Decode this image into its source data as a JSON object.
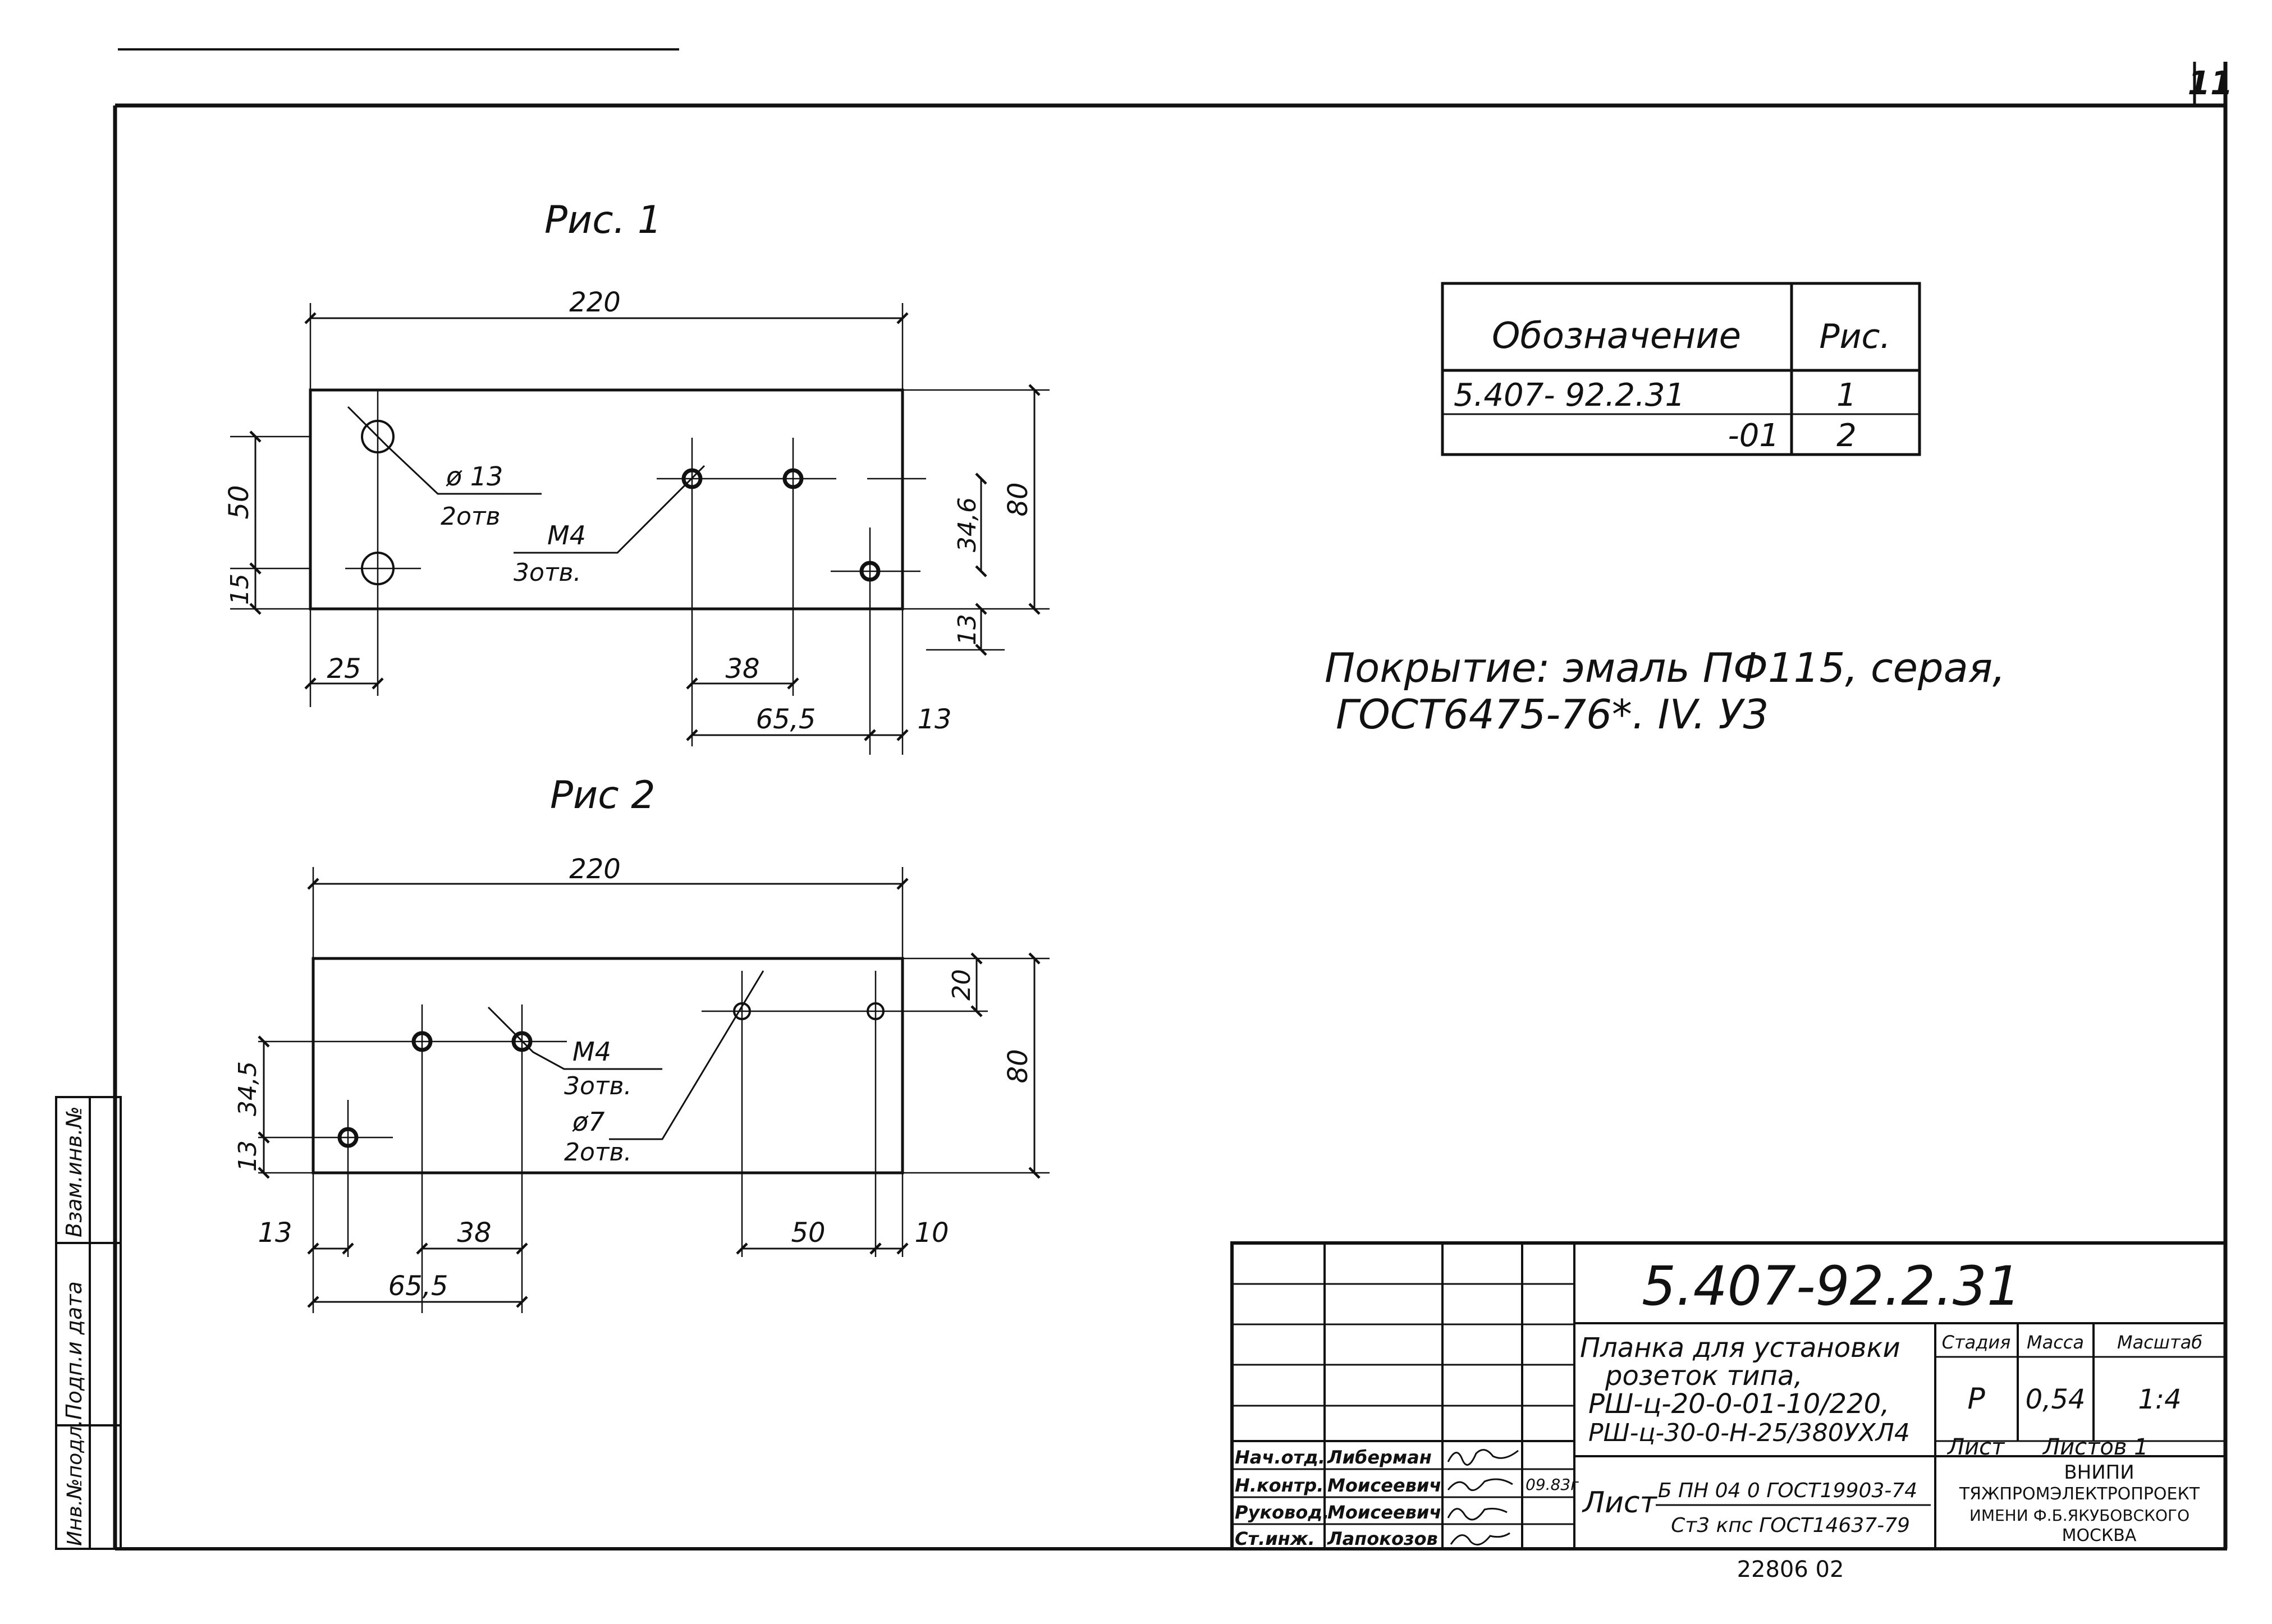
{
  "sheet_number": "11",
  "figure1": {
    "title": "Рис. 1",
    "dims": {
      "width": "220",
      "height": "80",
      "left_50": "50",
      "left_15": "15",
      "right_346": "34,6",
      "right_13": "13",
      "bottom_25": "25",
      "bottom_38": "38",
      "bottom_655": "65,5",
      "bottom_13": "13"
    },
    "callout_hole": {
      "line1": "ø 13",
      "line2": "2отв"
    },
    "callout_thread": {
      "line1": "М4",
      "line2": "3отв."
    }
  },
  "figure2": {
    "title": "Рис 2",
    "dims": {
      "width": "220",
      "height": "80",
      "right_20": "20",
      "left_345": "34,5",
      "left_13": "13",
      "bottom_13": "13",
      "bottom_38": "38",
      "bottom_655": "65,5",
      "bottom_50": "50",
      "bottom_10": "10"
    },
    "callout_thread": {
      "line1": "М4",
      "line2": "3отв."
    },
    "callout_hole": {
      "line1": "ø7",
      "line2": "2отв."
    }
  },
  "designation_table": {
    "headers": [
      "Обозначение",
      "Рис."
    ],
    "rows": [
      [
        "5.407- 92.2.31",
        "1"
      ],
      [
        "-01",
        "2"
      ]
    ]
  },
  "coating_note": {
    "line1": "Покрытие: эмаль ПФ115, серая,",
    "line2": "ГОСТ6475-76*. IV. У3"
  },
  "side_stamp": [
    "Взам.инв.№",
    "Подп.и дата",
    "Инв.№подл."
  ],
  "title_block": {
    "doc_code": "5.407-92.2.31",
    "name_lines": [
      "Планка для установки",
      "розеток типа,",
      "РШ-ц-20-0-01-10/220,",
      "РШ-ц-30-0-Н-25/380УХЛ4"
    ],
    "col_headers": [
      "Стадия",
      "Масса",
      "Масштаб"
    ],
    "values": [
      "Р",
      "0,54",
      "1:4"
    ],
    "sheet_labels": [
      "Лист",
      "Листов 1"
    ],
    "roles": [
      "Нач.отд.",
      "Н.контр.",
      "Руковод.",
      "Ст.инж."
    ],
    "names": [
      "Либерман",
      "Моисеевич",
      "Моисеевич",
      "Лапокозов"
    ],
    "date": "09.83г",
    "material_label": "Лист",
    "material_top": "Б ПН 04 0 ГОСТ19903-74",
    "material_bottom": "Ст3 кпс ГОСТ14637-79",
    "org_lines": [
      "ВНИПИ",
      "ТЯЖПРОМЭЛЕКТРОПРОЕКТ",
      "ИМЕНИ Ф.Б.ЯКУБОВСКОГО",
      "МОСКВА"
    ]
  },
  "bottom_number": "22806 02"
}
